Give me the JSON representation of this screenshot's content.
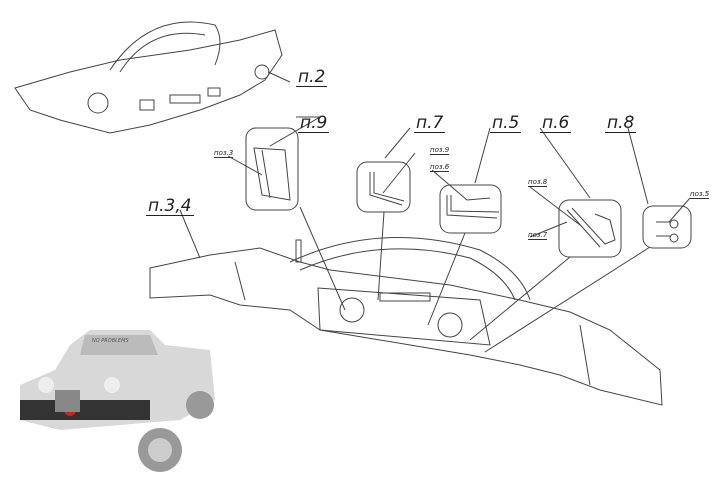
{
  "callouts": {
    "p2": "п.2",
    "p9": "п.9",
    "p7": "п.7",
    "p5": "п.5",
    "p6": "п.6",
    "p8": "п.8",
    "p34": "п.3,4"
  },
  "positions": {
    "poz3": "поз.3",
    "poz9": "поз.9",
    "poz6": "поз.6",
    "poz8": "поз.8",
    "poz7": "поз.7",
    "poz5": "поз.5"
  },
  "truck_plate_text": "NO PROBLEMS"
}
